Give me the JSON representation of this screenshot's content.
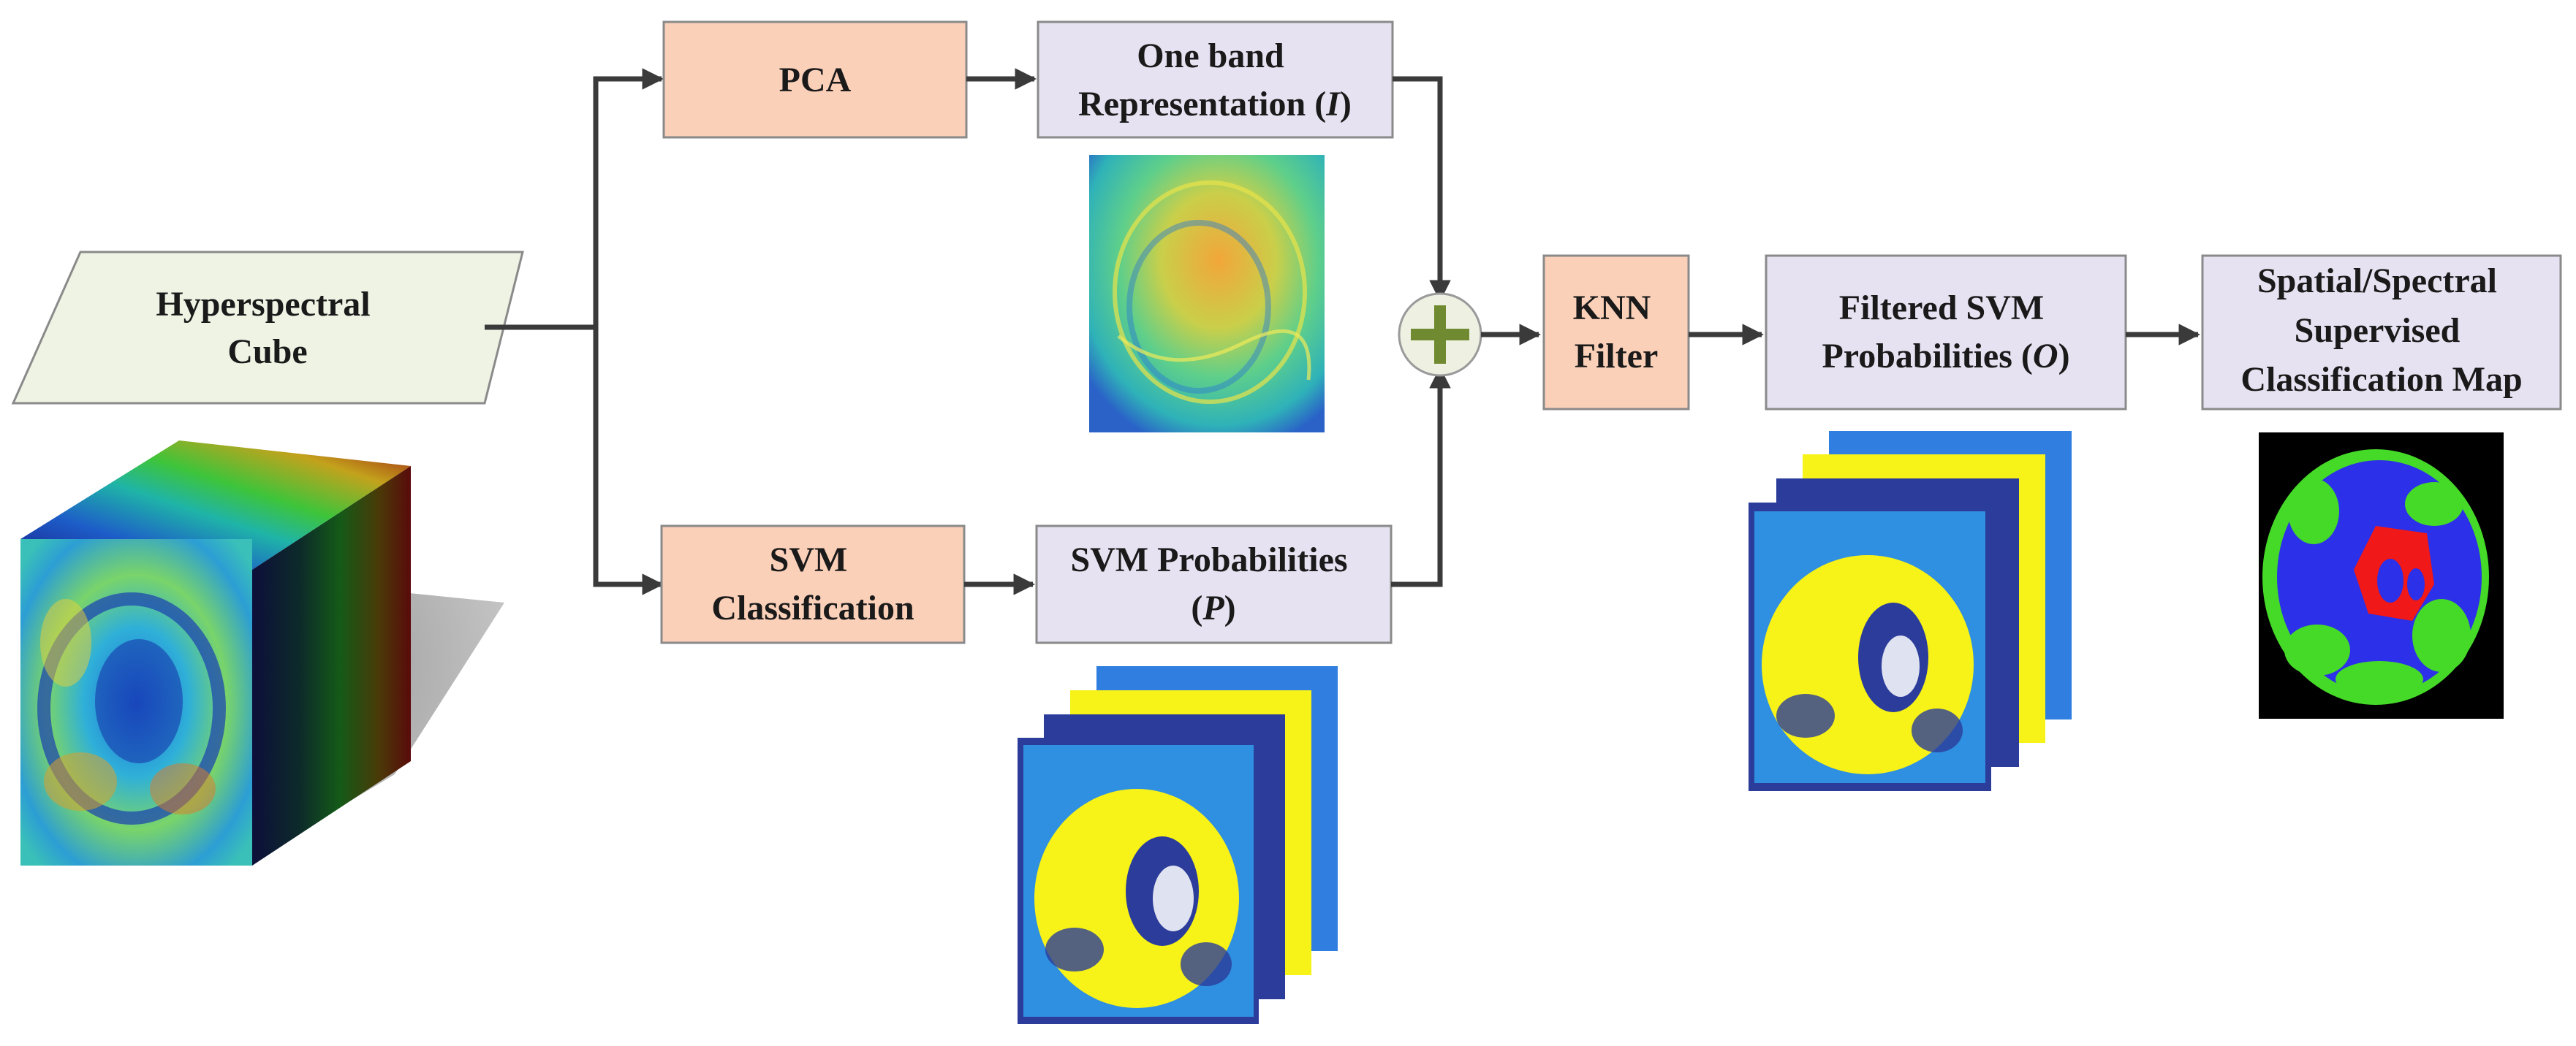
{
  "boxes": {
    "input": {
      "line1": "Hyperspectral",
      "line2": "Cube"
    },
    "pca": {
      "label": "PCA"
    },
    "one_band": {
      "line1": "One band",
      "line2_prefix": "Representation (",
      "line2_var": "I",
      "line2_suffix": ")"
    },
    "svm_classification": {
      "line1": "SVM",
      "line2": "Classification"
    },
    "svm_probabilities": {
      "line1": "SVM Probabilities",
      "line2_prefix": "(",
      "line2_var": "P",
      "line2_suffix": ")"
    },
    "knn": {
      "line1": "KNN",
      "line2": "Filter"
    },
    "filtered": {
      "line1": "Filtered SVM",
      "line2_prefix": "Probabilities (",
      "line2_var": "O",
      "line2_suffix": ")"
    },
    "output": {
      "line1": "Spatial/Spectral",
      "line2": "Supervised",
      "line3": "Classification Map"
    }
  },
  "operator": {
    "symbol": "+"
  },
  "colors": {
    "process_fill": "#fbd0b9",
    "data_fill": "#e6e2f1",
    "input_fill": "#eef3e4",
    "border": "#8a8a8a",
    "arrow": "#3a3a3a",
    "plus": "#6f8a30",
    "map_blue": "#2c30e8",
    "map_green": "#45d928",
    "map_red": "#f01818",
    "prob_yellow": "#f7f218",
    "prob_navy": "#2b3c9a",
    "prob_cyan": "#2f8fe0"
  }
}
